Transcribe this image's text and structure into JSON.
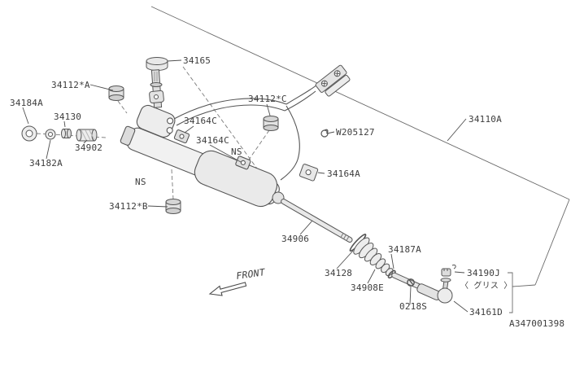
{
  "diagram": {
    "code": "A347001398",
    "front_label": "FRONT",
    "grease_note": "〈 グリス 〉",
    "ns_label": "NS",
    "part_labels": {
      "p34165": "34165",
      "p34112A": "34112*A",
      "p34184A": "34184A",
      "p34130": "34130",
      "p34902": "34902",
      "p34182A": "34182A",
      "p34112C": "34112*C",
      "p34164C": "34164C",
      "pW205127": "W205127",
      "p34110A": "34110A",
      "p34164A": "34164A",
      "p34112B": "34112*B",
      "p34906": "34906",
      "p34187A": "34187A",
      "p34128": "34128",
      "p34908E": "34908E",
      "p34190J": "34190J",
      "p0218S": "0218S",
      "p34161D": "34161D"
    }
  }
}
